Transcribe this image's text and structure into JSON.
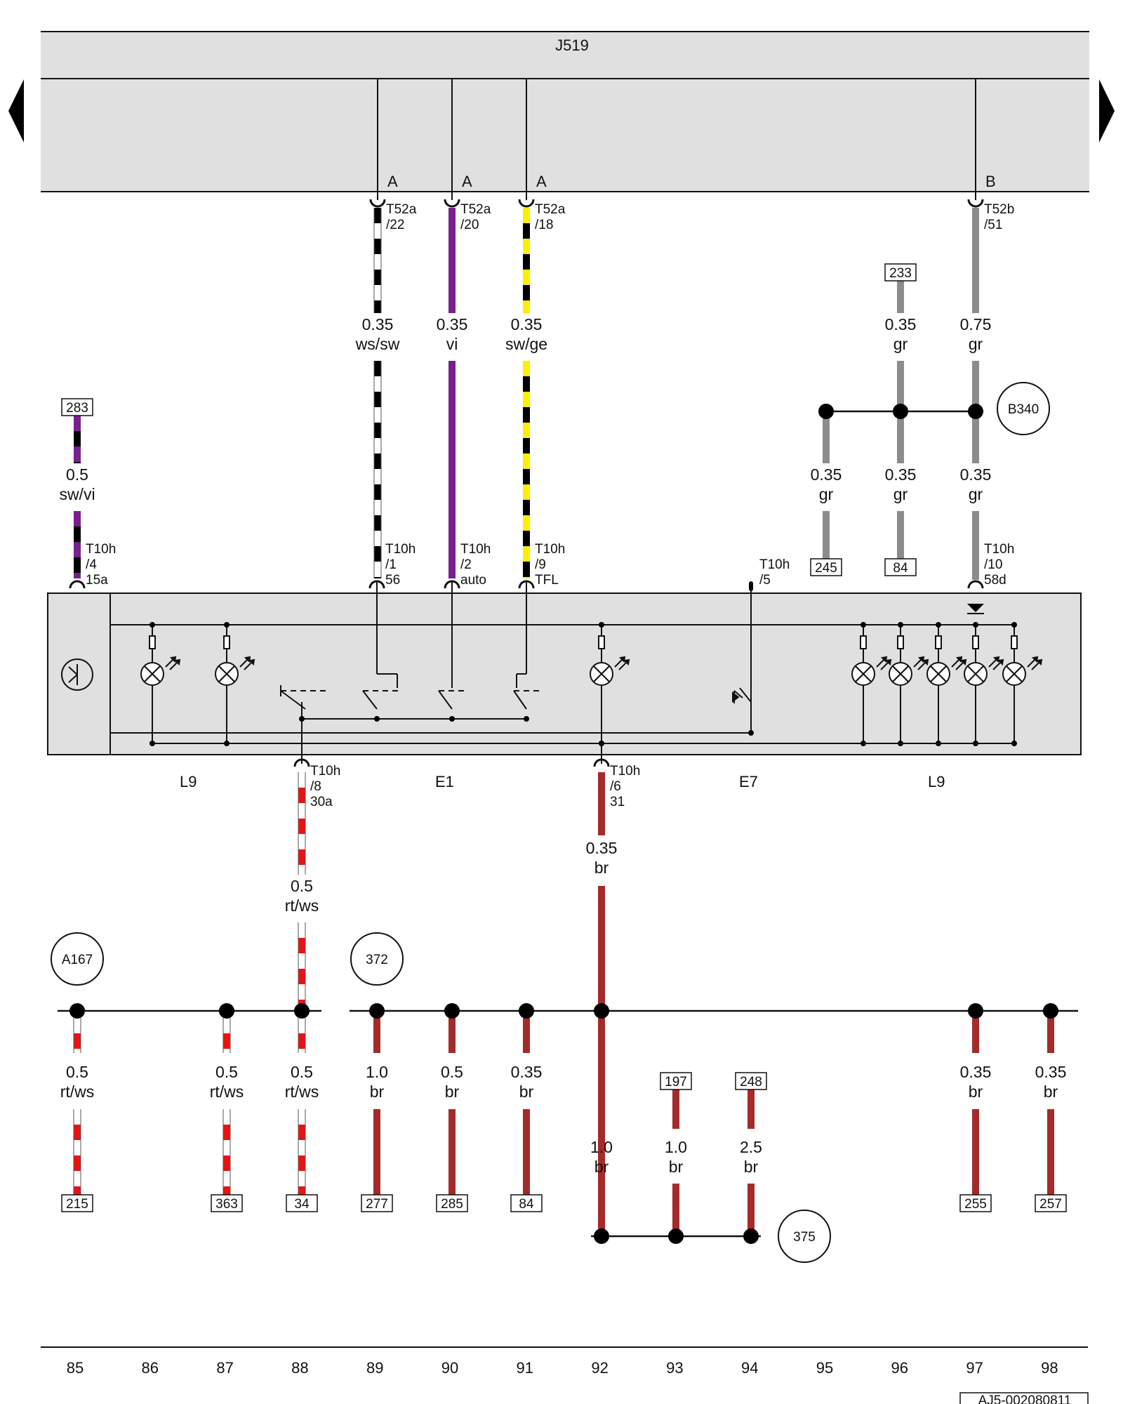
{
  "control_unit": {
    "name": "J519",
    "connectors": [
      "A",
      "A",
      "A",
      "B"
    ]
  },
  "switch_module": {
    "components": [
      "L9",
      "E1",
      "E7",
      "L9"
    ],
    "pins_top": [
      {
        "connector": "T10h",
        "pin": "/4",
        "signal": "15a"
      },
      {
        "connector": "T10h",
        "pin": "/1",
        "signal": "56"
      },
      {
        "connector": "T10h",
        "pin": "/2",
        "signal": "auto"
      },
      {
        "connector": "T10h",
        "pin": "/9",
        "signal": "TFL"
      },
      {
        "connector": "T10h",
        "pin": "/5",
        "signal": ""
      },
      {
        "connector": "T10h",
        "pin": "/10",
        "signal": "58d"
      }
    ],
    "pins_bottom": [
      {
        "connector": "T10h",
        "pin": "/8",
        "signal": "30a"
      },
      {
        "connector": "T10h",
        "pin": "/6",
        "signal": "31"
      }
    ]
  },
  "j519_pins": [
    {
      "connector": "T52a",
      "pin": "/22"
    },
    {
      "connector": "T52a",
      "pin": "/20"
    },
    {
      "connector": "T52a",
      "pin": "/18"
    },
    {
      "connector": "T52b",
      "pin": "/51"
    }
  ],
  "wires": [
    {
      "size": "0.35",
      "color": "ws/sw"
    },
    {
      "size": "0.35",
      "color": "vi"
    },
    {
      "size": "0.35",
      "color": "sw/ge"
    },
    {
      "size": "0.35",
      "color": "gr"
    },
    {
      "size": "0.75",
      "color": "gr"
    },
    {
      "size": "0.5",
      "color": "sw/vi"
    },
    {
      "size": "0.35",
      "color": "gr"
    },
    {
      "size": "0.35",
      "color": "gr"
    },
    {
      "size": "0.35",
      "color": "gr"
    },
    {
      "size": "0.5",
      "color": "rt/ws"
    },
    {
      "size": "0.35",
      "color": "br"
    },
    {
      "size": "0.5",
      "color": "rt/ws"
    },
    {
      "size": "0.5",
      "color": "rt/ws"
    },
    {
      "size": "0.5",
      "color": "rt/ws"
    },
    {
      "size": "1.0",
      "color": "br"
    },
    {
      "size": "0.5",
      "color": "br"
    },
    {
      "size": "0.35",
      "color": "br"
    },
    {
      "size": "1.0",
      "color": "br"
    },
    {
      "size": "1.0",
      "color": "br"
    },
    {
      "size": "2.5",
      "color": "br"
    },
    {
      "size": "0.35",
      "color": "br"
    },
    {
      "size": "0.35",
      "color": "br"
    }
  ],
  "references": [
    "233",
    "283",
    "245",
    "84",
    "215",
    "363",
    "34",
    "277",
    "285",
    "84",
    "197",
    "248",
    "255",
    "257"
  ],
  "ground_points": [
    "B340",
    "A167",
    "372",
    "375"
  ],
  "column_numbers": [
    "85",
    "86",
    "87",
    "88",
    "89",
    "90",
    "91",
    "92",
    "93",
    "94",
    "95",
    "96",
    "97",
    "98"
  ],
  "document_id": "AJ5-002080811",
  "colors": {
    "sw": "#000000",
    "ws": "#ffffff",
    "vi": "#7a1f8c",
    "ge": "#ffee00",
    "gr": "#8c8c8c",
    "rt": "#ee1111",
    "br": "#a52a2a",
    "panel": "#e0e0e0"
  },
  "icons": [
    "nav-left-arrow-icon",
    "nav-right-arrow-icon",
    "lamp-icon",
    "brightness-knob-icon",
    "pushbutton-icon"
  ]
}
